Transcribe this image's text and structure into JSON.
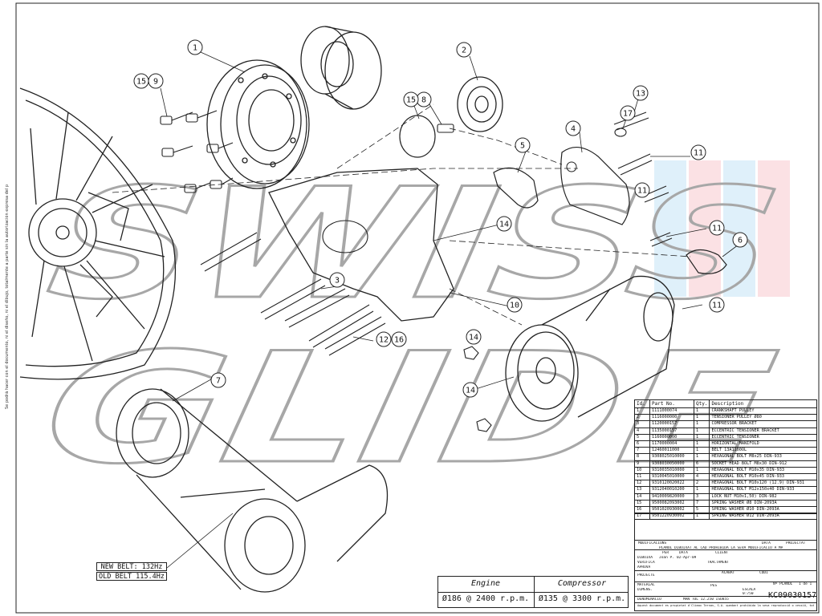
{
  "side_note": "Se podrá hacer con el documento, ni el diseño, ni el dibujo, totalmente a parte sin la autorización expresa del propietario. EL DIBUJO SE PRESENTA CON CARÁCTER INFORMATIVO SIN VALOR CONTRACTUAL.",
  "watermark": {
    "line1": "SWISS",
    "line2": "GLIDE"
  },
  "callouts": [
    "1",
    "2",
    "3",
    "4",
    "5",
    "6",
    "7",
    "8",
    "9",
    "10",
    "11",
    "11",
    "11",
    "11",
    "12",
    "13",
    "14",
    "14",
    "14",
    "15",
    "15",
    "16",
    "17"
  ],
  "belt": {
    "new": "NEW BELT: 132Hz",
    "old": "OLD BELT 115.4Hz"
  },
  "perf_table": {
    "engine_header": "Engine",
    "compressor_header": "Compressor",
    "engine_value": "Ø186 @ 2400 r.p.m.",
    "compressor_value": "Ø135 @ 3300 r.p.m."
  },
  "parts_table": {
    "headers": [
      "Id.",
      "Part No.",
      "Qty.",
      "Description"
    ],
    "rows": [
      [
        "1",
        "1111000074",
        "1",
        "CRANKSHAFT PULLEY"
      ],
      [
        "2",
        "1116000000",
        "1",
        "TENSIONER PULLEY Ø80"
      ],
      [
        "3",
        "1120000157",
        "1",
        "COMPRESSOR BRACKET"
      ],
      [
        "4",
        "1135000157",
        "1",
        "ECCENTRIC TENSIONER BRACKET"
      ],
      [
        "5",
        "1160000000",
        "1",
        "ECCENTRIC TENSIONER"
      ],
      [
        "6",
        "1170000004",
        "1",
        "HORIZONTAL MANIFOLD"
      ],
      [
        "7",
        "12460011000",
        "1",
        "BELT 13A1100OL"
      ],
      [
        "8",
        "9308025010000",
        "1",
        "HEXAGONAL BOLT M8x25 DIN-933"
      ],
      [
        "9",
        "9308030050000",
        "6",
        "SOCKET HEAD BOLT M8x30 DIN-912"
      ],
      [
        "10",
        "9310035010000",
        "1",
        "HEXAGONAL BOLT M10x35 DIN-933"
      ],
      [
        "11",
        "9310045010000",
        "4",
        "HEXAGONAL BOLT M10x45 DIN-933"
      ],
      [
        "12",
        "9310120020022",
        "2",
        "HEXAGONAL BOLT M10x120 (12.9) DIN-931"
      ],
      [
        "13",
        "9312040010200",
        "1",
        "HEXAGONAL BOLT M12x150x40 DIN-933"
      ],
      [
        "14",
        "9410009820000",
        "3",
        "LOCK NUT M10x1,50) DIN-982"
      ],
      [
        "15",
        "9500082093002",
        "7",
        "SPRING WASHER Ø8 DIN-2093A"
      ],
      [
        "16",
        "9501020930002",
        "5",
        "SPRING WASHER Ø10 DIN-2093A"
      ],
      [
        "17",
        "9501220930002",
        "1",
        "SPRING WASHER Ø12 DIN-2093A"
      ]
    ]
  },
  "title_block": {
    "modifications": "MODIFICACIONS",
    "data_col": "DATA",
    "projectat": "PROJECTAT",
    "notice": "PLÀNOL DIBUIXAT AL CAD PROHIBIDA LA SEVA MODIFICACIÓ A MÀ",
    "client_label": "CLIENT",
    "per": "PER",
    "data": "DATA",
    "dibuixa": "DIBUIXA",
    "dibuixa_per": "Joan P.",
    "dibuixa_data": "02-Apr-09",
    "verifica": "VERIFICA",
    "aprova": "APROVA",
    "tractament": "TRACTAMENT",
    "projecte": "PROJECTE",
    "acabat": "ACABAT",
    "codi": "CODI",
    "material": "MATERIAL",
    "dimens": "DIMENS.",
    "pes": "PES",
    "escala_label": "ESCALA",
    "escala": "0:750",
    "n_planol_label": "Nº PLÀNOL",
    "sheet": "1 de 1",
    "denominacio": "DENOMINACIÓ",
    "tolerances": "MAN TOL 12.250 ISO855",
    "drawing_no": "KC09030157",
    "footer": "Aquest document es propietat d'Climax Ternas, S.A. quedant prohibida la seva reproducció o cessió, total o parcial, a tercers persones sense autorització prèvia."
  },
  "colors": {
    "line": "#222222",
    "watermark_gray": "#9a9a9a",
    "watermark_red": "#f4a7b0",
    "watermark_blue": "#9fd3ef"
  }
}
